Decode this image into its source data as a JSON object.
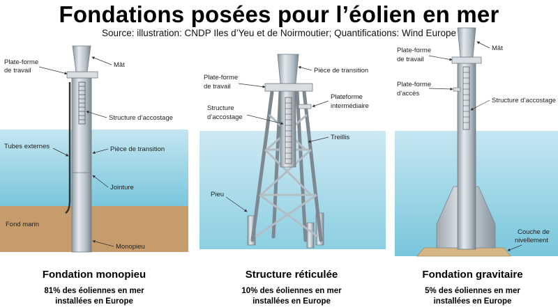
{
  "header": {
    "title": "Fondations posées pour l’éolien en mer",
    "subtitle": "Source: illustration: CNDP Iles d’Yeu et de Noirmoutier; Quantifications: Wind Europe"
  },
  "panels": [
    {
      "name": "Fondation monopieu",
      "stat_line1": "81% des éoliennes en mer",
      "stat_line2": "installées en Europe",
      "labels": {
        "platform": "Plate-forme",
        "platform2": "de travail",
        "mast": "Mât",
        "docking": "Structure d’accostage",
        "ext_tubes": "Tubes externes",
        "transition": "Pièce de transition",
        "joint": "Jointure",
        "seabed": "Fond marin",
        "monopile": "Monopieu"
      }
    },
    {
      "name": "Structure réticulée",
      "stat_line1": "10% des éoliennes en mer",
      "stat_line2": "installées en Europe",
      "labels": {
        "platform": "Plate-forme",
        "platform2": "de travail",
        "transition": "Pièce de transition",
        "docking1": "Structure",
        "docking2": "d’accostage",
        "inter1": "Plateforme",
        "inter2": "intermédiaire",
        "lattice": "Treillis",
        "pile": "Pieu"
      }
    },
    {
      "name": "Fondation gravitaire",
      "stat_line1": "5% des éoliennes en mer",
      "stat_line2": "installées en Europe",
      "labels": {
        "platform": "Plate-forme",
        "platform2": "de travail",
        "mast": "Mât",
        "access1": "Plate-forme",
        "access2": "d’accès",
        "docking": "Structure d’accostage",
        "levelling1": "Couche de",
        "levelling2": "nivellement"
      }
    }
  ],
  "colors": {
    "sky": "#ffffff",
    "sea_top": "#bfe3ef",
    "sea_bottom": "#5fb8d4",
    "seabed": "#c69c6d",
    "steel": "#aab4bc",
    "steel_dark": "#6f7a83",
    "steel_light": "#e2e7eb",
    "text": "#222222"
  }
}
